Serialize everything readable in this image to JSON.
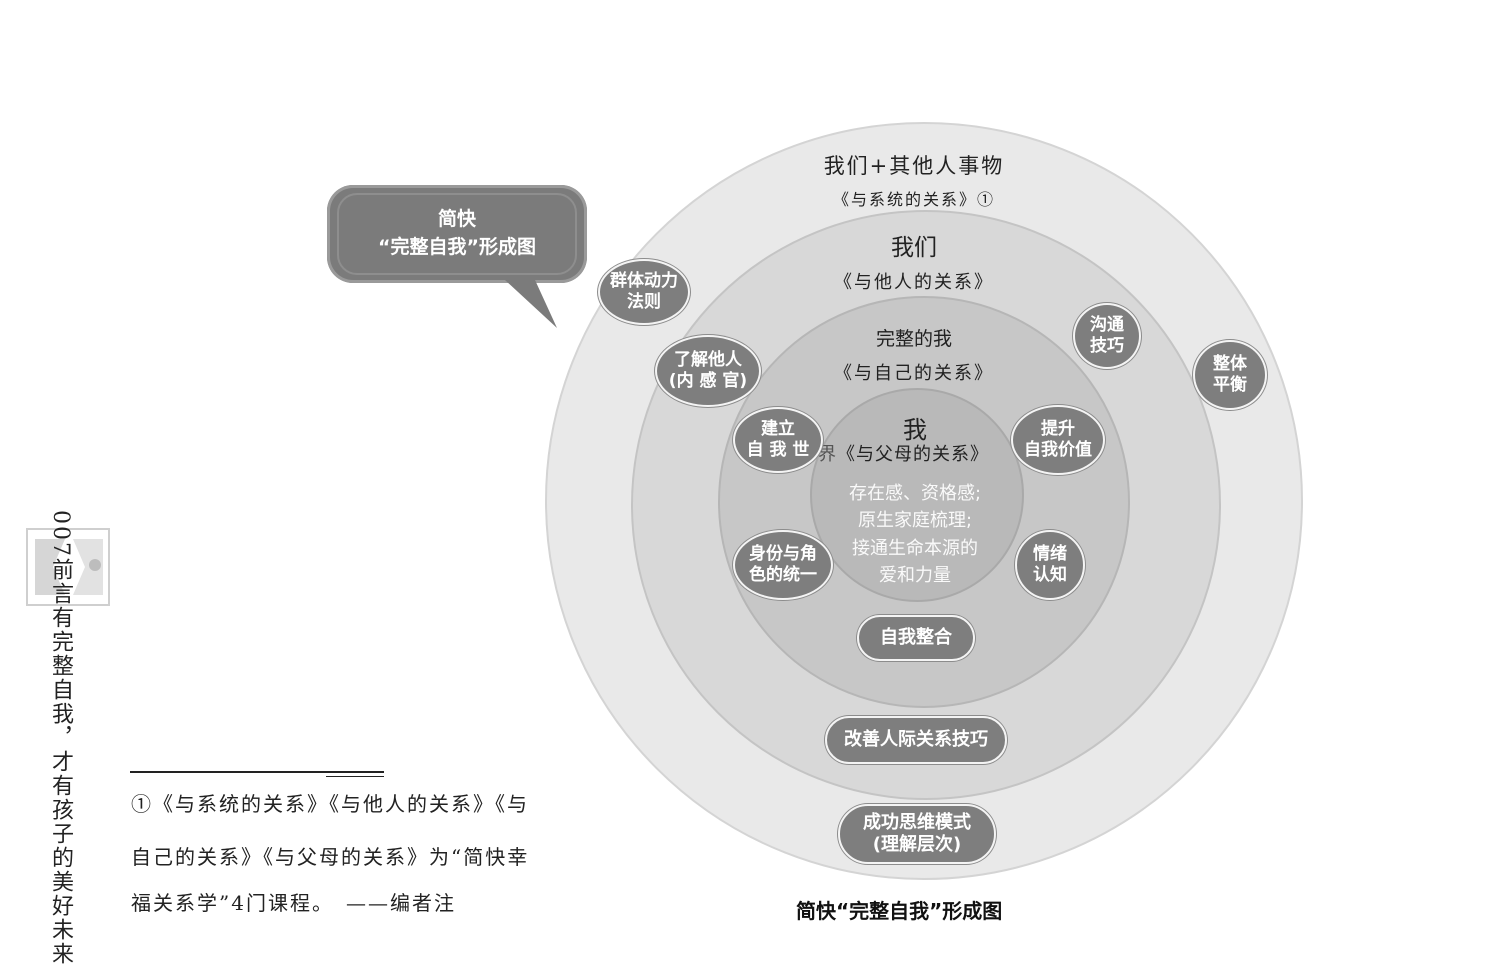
{
  "side_text": {
    "page_number": "007",
    "text": "前言有完整自我，才有孩子的美好未来"
  },
  "callout": {
    "line1": "简快",
    "line2": "“完整自我”形成图"
  },
  "rings": {
    "outer": {
      "title": "我们+其他人事物",
      "subtitle": "《与系统的关系》①"
    },
    "second": {
      "title": "我们",
      "subtitle": "《与他人的关系》"
    },
    "third": {
      "title": "完整的我",
      "subtitle": "《与自己的关系》"
    },
    "core": {
      "title": "我",
      "subtitle_prefix": "界",
      "subtitle": "《与父母的关系》",
      "body": [
        "存在感、资格感;",
        "原生家庭梳理;",
        "接通生命本源的",
        "爱和力量"
      ]
    }
  },
  "badges": {
    "group_dynamics": [
      "群体动力",
      "法则"
    ],
    "understand_others": [
      "了解他人",
      "(内 感 官)"
    ],
    "build_world": [
      "建立",
      "自 我 世"
    ],
    "identity": [
      "身份与角",
      "色的统一"
    ],
    "raise_value": [
      "提升",
      "自我价值"
    ],
    "emotion": [
      "情绪",
      "认知"
    ],
    "communication": [
      "沟通",
      "技巧"
    ],
    "balance": [
      "整体",
      "平衡"
    ],
    "integration": "自我整合",
    "interpersonal": "改善人际关系技巧",
    "success": [
      "成功思维模式",
      "(理解层次)"
    ]
  },
  "footnote": {
    "line1": "①《与系统的关系》《与他人的关系》《与",
    "line2": "自己的关系》《与父母的关系》为“简快幸",
    "line3": "福关系学”4门课程。　——编者注"
  },
  "caption": "简快“完整自我”形成图"
}
